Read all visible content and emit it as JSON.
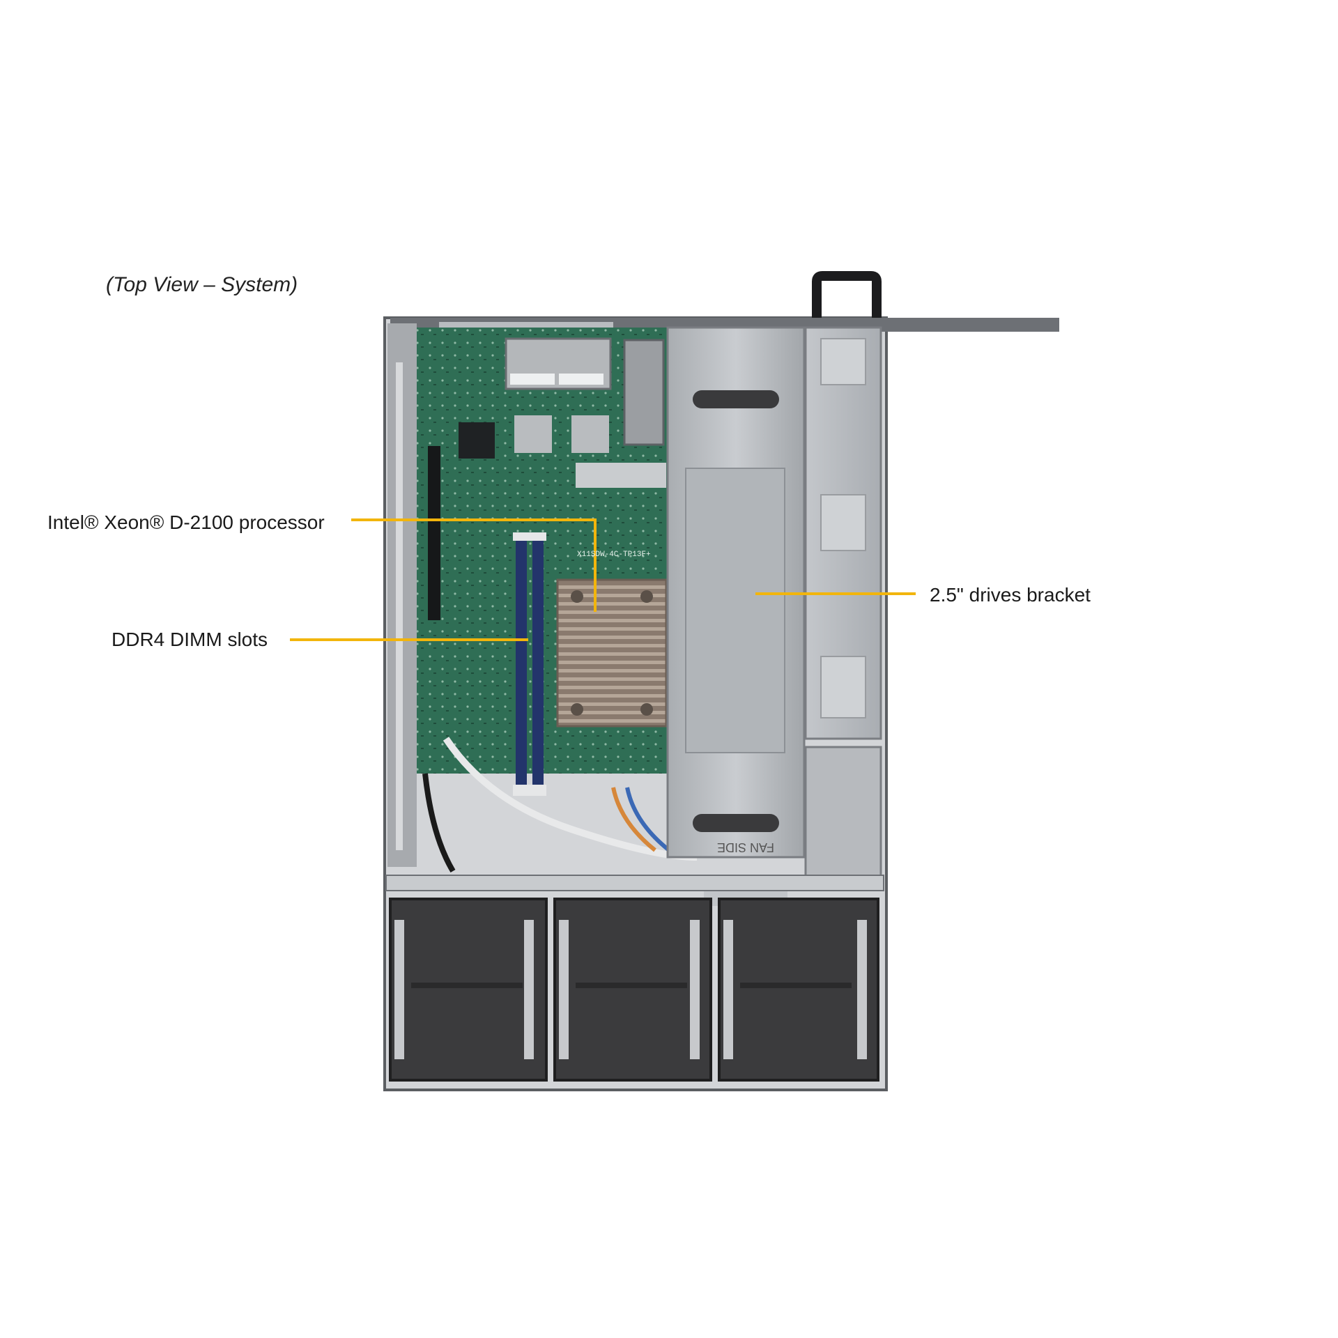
{
  "caption": "(Top View – System)",
  "callouts": {
    "processor": "Intel® Xeon® D-2100 processor",
    "dimm": "DDR4 DIMM slots",
    "bracket": "2.5\" drives bracket"
  },
  "chassis_labels": {
    "fan_side": "FAN SIDE",
    "board_model": "X11SDW-4C-TP13F+"
  },
  "colors": {
    "callout_line": "#f2b50c",
    "pcb": "#2f6e55",
    "metal": "#b8bcc0",
    "fan": "#3a3a3c"
  }
}
